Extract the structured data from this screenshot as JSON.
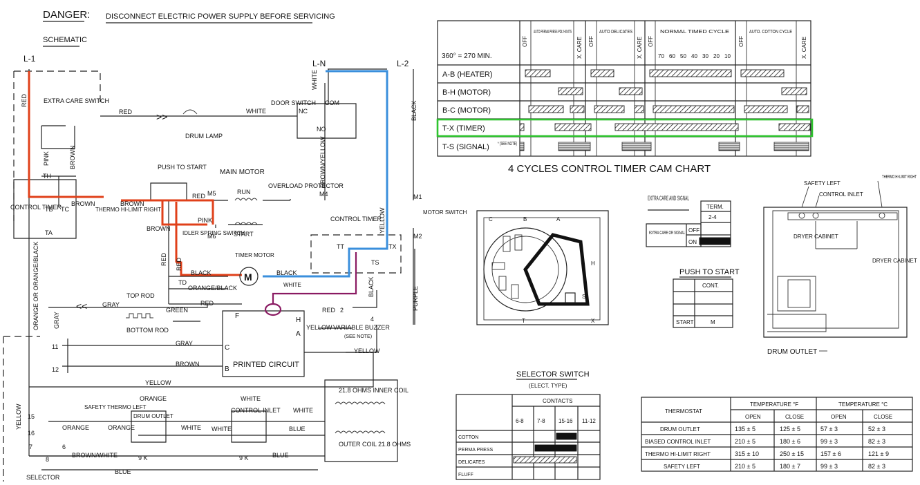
{
  "colors": {
    "red_path": "#e0401a",
    "blue_path": "#3a8fdc",
    "purple_path": "#8a1a62",
    "green_highlight": "#2ec42e"
  },
  "header": {
    "danger": "DANGER:",
    "warning": "DISCONNECT ELECTRIC POWER SUPPLY BEFORE SERVICING",
    "schematic": "SCHEMATIC"
  },
  "schematic": {
    "l1": "L-1",
    "ln": "L-N",
    "l2": "L-2",
    "extra_care_switch": "EXTRA CARE SWITCH",
    "red": "RED",
    "white": "WHITE",
    "door_switch": "DOOR SWITCH",
    "nc": "NC",
    "com": "COM",
    "no": "NO",
    "drum_lamp": "DRUM LAMP",
    "pink": "PINK",
    "brown": "BROWN",
    "push_to_start": "PUSH TO START",
    "main_motor": "MAIN MOTOR",
    "overload_protector": "OVERLOAD PROTECTOR",
    "run": "RUN",
    "m5": "M5",
    "m4": "M4",
    "m6": "M6",
    "start": "START",
    "black": "BLACK",
    "brown_yellow": "BROWN/YELLOW",
    "th": "TH",
    "tb": "TB",
    "tc": "TC",
    "ta": "TA",
    "control_timer": "CONTROL TIMER",
    "thermo_hi_limit_right": "THERMO HI-LIMIT RIGHT",
    "idler_spring_switch": "IDLER SPRING SWITCH",
    "timer_motor": "TIMER MOTOR",
    "td": "TD",
    "orange_black": "ORANGE/BLACK",
    "control_timer2": "CONTROL TIMER",
    "tt": "TT",
    "tx": "TX",
    "ts": "TS",
    "yellow": "YELLOW",
    "m1": "M1",
    "m2": "M2",
    "motor_switch": "MOTOR SWITCH",
    "purple": "PURPLE",
    "top_rod": "TOP ROD",
    "gray": "GRAY",
    "green": "GREEN",
    "bottom_rod": "BOTTOM ROD",
    "orange_or_orange_black": "ORANGE OR ORANGE/BLACK",
    "f": "F",
    "h": "H",
    "a": "A",
    "c": "C",
    "b": "B",
    "variable_buzzer": "VARIABLE BUZZER",
    "see_note": "(SEE NOTE)",
    "printed_circuit": "PRINTED CIRCUIT",
    "n11": "11",
    "n12": "12",
    "n15": "15",
    "n16": "16",
    "n7": "7",
    "n6": "6",
    "n8": "8",
    "n2": "2",
    "n4": "4",
    "safety_thermo_left": "SAFETY THERMO LEFT",
    "orange": "ORANGE",
    "drum_outlet": "DRUM OUTLET",
    "control_inlet": "CONTROL INLET",
    "blue": "BLUE",
    "brown_white": "BROWN/WHITE",
    "selector": "SELECTOR",
    "nine_k": "9 K",
    "inner_coil": "21.8 OHMS INNER COIL",
    "outer_coil": "OUTER COIL 21.8 OHMS"
  },
  "cam_chart": {
    "title": "4 CYCLES CONTROL TIMER CAM CHART",
    "corner": "360° = 270 MIN.",
    "headers": [
      "OFF",
      "AUTO PERMA PRESS POLY-KNITS",
      "X. CARE",
      "OFF",
      "AUTO DELICATES",
      "X. CARE",
      "OFF",
      "NORMAL TIMED CYCLE",
      "OFF",
      "AUTO. COTTON CYCLE",
      "X. CARE"
    ],
    "timed_marks": [
      "70",
      "60",
      "50",
      "40",
      "30",
      "20",
      "10"
    ],
    "rows": [
      "A-B (HEATER)",
      "B-H (MOTOR)",
      "B-C (MOTOR)",
      "T-X (TIMER)",
      "T-S (SIGNAL)"
    ],
    "see_note": "* (SEE NOTE)"
  },
  "extra_care_signal": {
    "title": "EXTRA CARE AND SIGNAL",
    "term": "TERM.",
    "term_val": "2-4",
    "label": "EXTRA CARE OR SIGNAL",
    "off": "OFF",
    "on": "ON"
  },
  "push_to_start": {
    "title": "PUSH TO START",
    "cont": "CONT.",
    "start": "START",
    "m": "M"
  },
  "timer_diagram": {
    "c": "C",
    "b": "B",
    "a": "A",
    "t": "T",
    "s": "S",
    "h": "H",
    "x": "X"
  },
  "dryer": {
    "safety_left": "SAFETY LEFT",
    "control_inlet": "CONTROL INLET",
    "thermo": "THERMO HI-LIMIT RIGHT",
    "cabinet": "DRYER CABINET",
    "drum_outlet": "DRUM OUTLET"
  },
  "selector_switch": {
    "title": "SELECTOR SWITCH",
    "subtitle": "(ELECT. TYPE)",
    "contacts": "CONTACTS",
    "cols": [
      "6-8",
      "7-8",
      "15-16",
      "11-12"
    ],
    "rows": [
      "COTTON",
      "PERMA PRESS",
      "DELICATES",
      "FLUFF"
    ]
  },
  "thermostat": {
    "header": "THERMOSTAT",
    "temp_f": "TEMPERATURE °F",
    "temp_c": "TEMPERATURE °C",
    "open": "OPEN",
    "close": "CLOSE",
    "rows": [
      {
        "name": "DRUM OUTLET",
        "fo": "135 ± 5",
        "fc": "125 ± 5",
        "co": "57 ± 3",
        "cc": "52 ± 3"
      },
      {
        "name": "BIASED CONTROL INLET",
        "fo": "210 ± 5",
        "fc": "180 ± 6",
        "co": "99 ± 3",
        "cc": "82 ± 3"
      },
      {
        "name": "THERMO HI-LIMIT RIGHT",
        "fo": "315 ± 10",
        "fc": "250 ± 15",
        "co": "157 ± 6",
        "cc": "121 ± 9"
      },
      {
        "name": "SAFETY LEFT",
        "fo": "210 ± 5",
        "fc": "180 ± 7",
        "co": "99 ± 3",
        "cc": "82 ± 3"
      }
    ]
  }
}
